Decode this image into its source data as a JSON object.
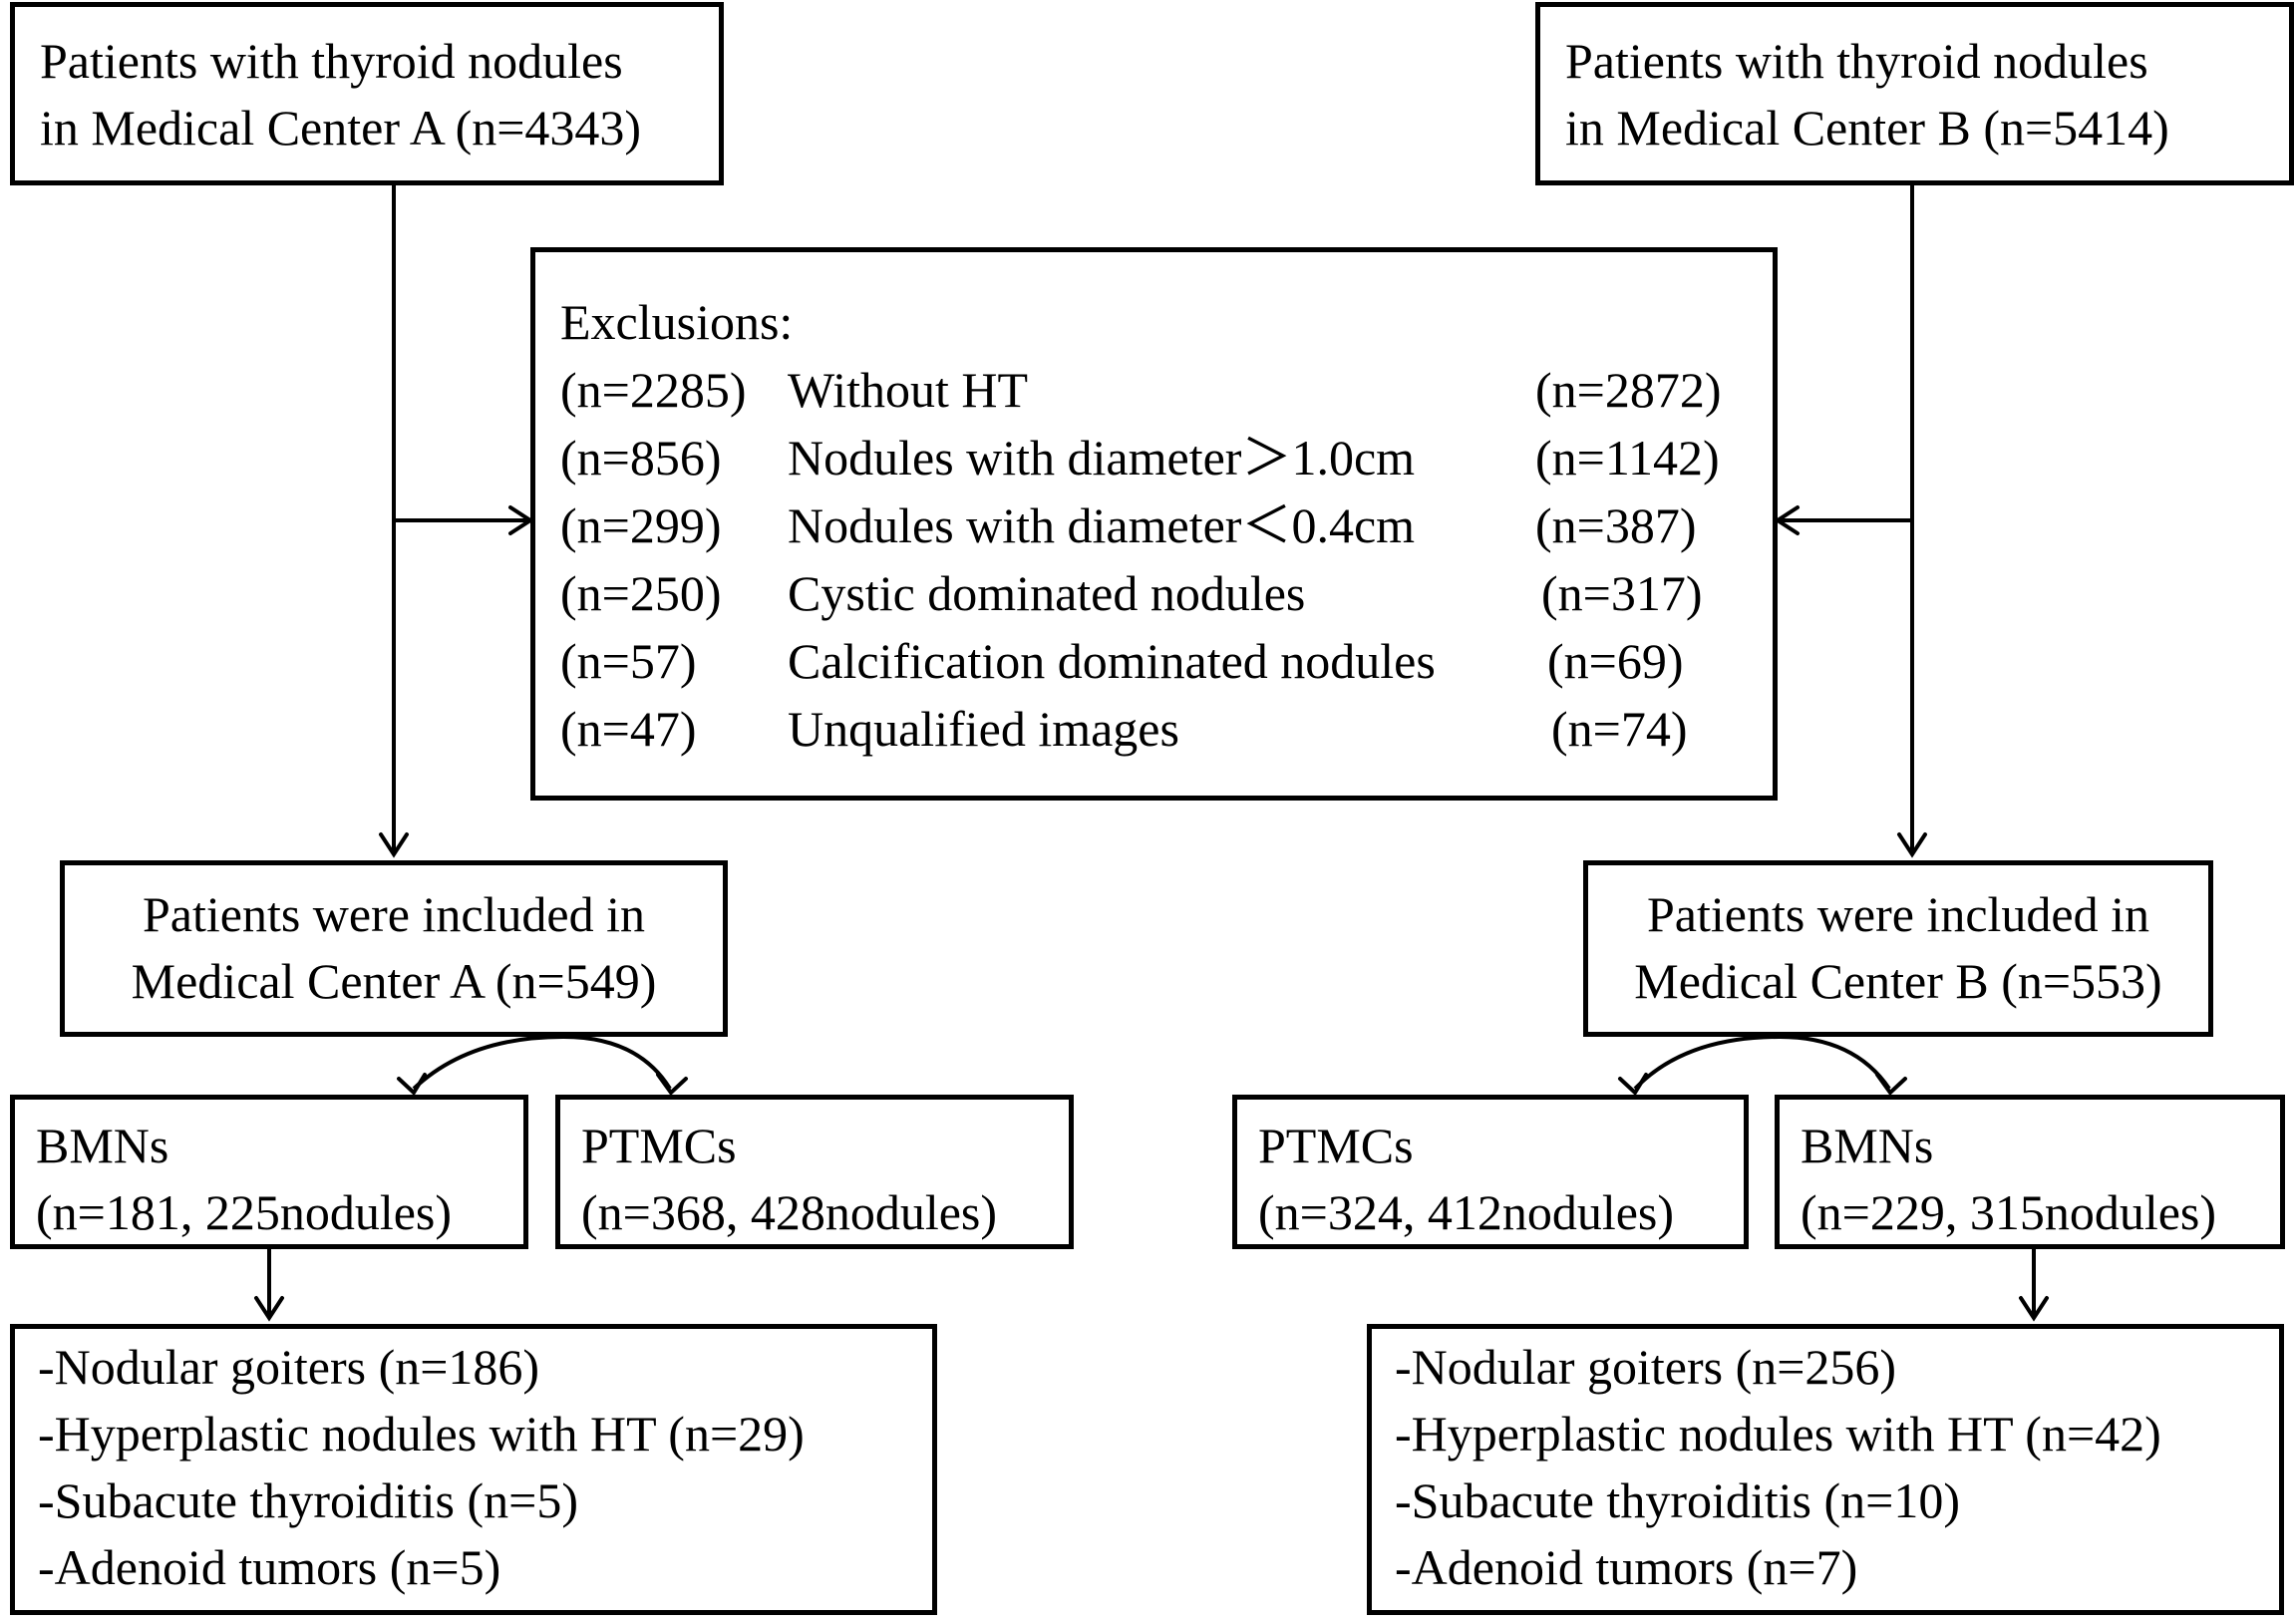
{
  "top_boxes": {
    "center_a": [
      "Patients with thyroid nodules",
      "in Medical Center A (n=4343)"
    ],
    "center_b": [
      "Patients with thyroid nodules",
      "in Medical Center B (n=5414)"
    ]
  },
  "exclusions": {
    "title": "Exclusions:",
    "rows": [
      {
        "a": "(n=2285)",
        "reason": "Without HT",
        "b": "(n=2872)"
      },
      {
        "a": "(n=856)",
        "reason": "Nodules with diameter＞1.0cm",
        "b": "(n=1142)"
      },
      {
        "a": "(n=299)",
        "reason": "Nodules with diameter＜0.4cm",
        "b": "(n=387)"
      },
      {
        "a": "(n=250)",
        "reason": "Cystic dominated nodules",
        "b": "(n=317)"
      },
      {
        "a": "(n=57)",
        "reason": "Calcification dominated nodules",
        "b": "(n=69)"
      },
      {
        "a": "(n=47)",
        "reason": "Unqualified images",
        "b": "(n=74)"
      }
    ]
  },
  "included": {
    "center_a": [
      "Patients were included in",
      "Medical Center A (n=549)"
    ],
    "center_b": [
      "Patients were included in",
      "Medical Center B (n=553)"
    ]
  },
  "groups": {
    "a_bmns": [
      "BMNs",
      "(n=181, 225nodules)"
    ],
    "a_ptmcs": [
      "PTMCs",
      "(n=368, 428nodules)"
    ],
    "b_ptmcs": [
      "PTMCs",
      "(n=324, 412nodules)"
    ],
    "b_bmns": [
      "BMNs",
      "(n=229, 315nodules)"
    ]
  },
  "pathology": {
    "center_a": [
      "-Nodular goiters (n=186)",
      "-Hyperplastic nodules with HT (n=29)",
      "-Subacute thyroiditis (n=5)",
      "-Adenoid tumors (n=5)"
    ],
    "center_b": [
      "-Nodular goiters (n=256)",
      "-Hyperplastic nodules with HT (n=42)",
      "-Subacute thyroiditis (n=10)",
      "-Adenoid tumors (n=7)"
    ]
  }
}
